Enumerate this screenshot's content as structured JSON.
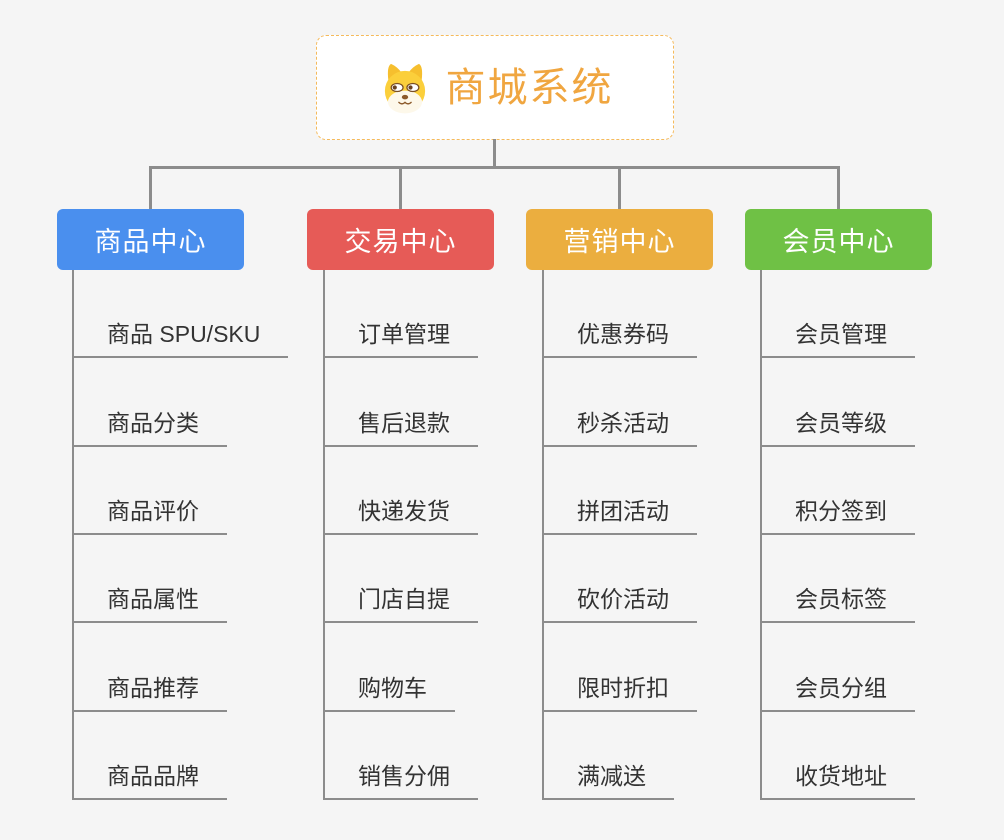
{
  "root": {
    "title": "商城系统",
    "icon": "dog-face-icon"
  },
  "colors": {
    "background": "#f5f5f5",
    "connector": "#8c8c8c",
    "root_border": "#f5ba5b",
    "root_title": "#f0a640",
    "leaf_text": "#333333"
  },
  "branches": [
    {
      "label": "商品中心",
      "color": "#4a8fee",
      "items": [
        "商品 SPU/SKU",
        "商品分类",
        "商品评价",
        "商品属性",
        "商品推荐",
        "商品品牌"
      ]
    },
    {
      "label": "交易中心",
      "color": "#e65b57",
      "items": [
        "订单管理",
        "售后退款",
        "快递发货",
        "门店自提",
        "购物车",
        "销售分佣"
      ]
    },
    {
      "label": "营销中心",
      "color": "#ebae3f",
      "items": [
        "优惠券码",
        "秒杀活动",
        "拼团活动",
        "砍价活动",
        "限时折扣",
        "满减送"
      ]
    },
    {
      "label": "会员中心",
      "color": "#6fc145",
      "items": [
        "会员管理",
        "会员等级",
        "积分签到",
        "会员标签",
        "会员分组",
        "收货地址"
      ]
    }
  ]
}
